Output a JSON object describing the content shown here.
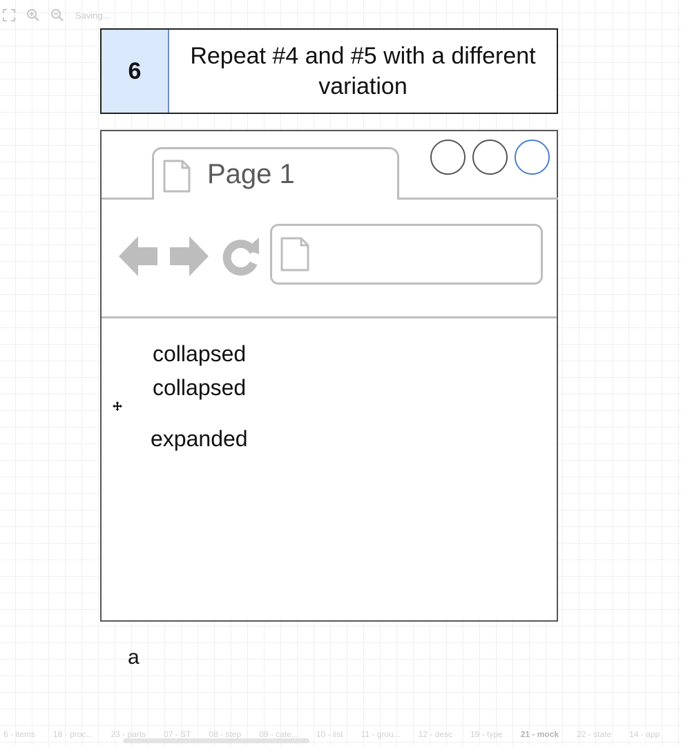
{
  "toolbar": {
    "status": "Saving...",
    "icons": [
      "fullscreen-icon",
      "zoom-in-icon",
      "zoom-out-icon"
    ]
  },
  "header": {
    "step_number": "6",
    "step_text": "Repeat #4 and #5 with a different variation"
  },
  "browser": {
    "tab_label": "Page 1",
    "window_buttons": [
      "minimize",
      "maximize",
      "close"
    ],
    "content_items": [
      "collapsed",
      "collapsed",
      "expanded"
    ]
  },
  "below_label": "a",
  "page_tabs": [
    {
      "label": "6 - items",
      "active": false
    },
    {
      "label": "18 - proc...",
      "active": false
    },
    {
      "label": "23 - parts",
      "active": false
    },
    {
      "label": "07 - ST",
      "active": false
    },
    {
      "label": "08 - step",
      "active": false
    },
    {
      "label": "09 - cate...",
      "active": false
    },
    {
      "label": "10 - list",
      "active": false
    },
    {
      "label": "11 - grou...",
      "active": false
    },
    {
      "label": "12 - desc",
      "active": false
    },
    {
      "label": "19 - type",
      "active": false
    },
    {
      "label": "21 - mock",
      "active": true
    },
    {
      "label": "22 - state",
      "active": false
    },
    {
      "label": "14 - app",
      "active": false
    }
  ],
  "colors": {
    "step_fill": "#dae8fc",
    "step_border": "#6c8ebf",
    "close_button": "#4a7fd1",
    "control_gray": "#bdbdbd"
  }
}
